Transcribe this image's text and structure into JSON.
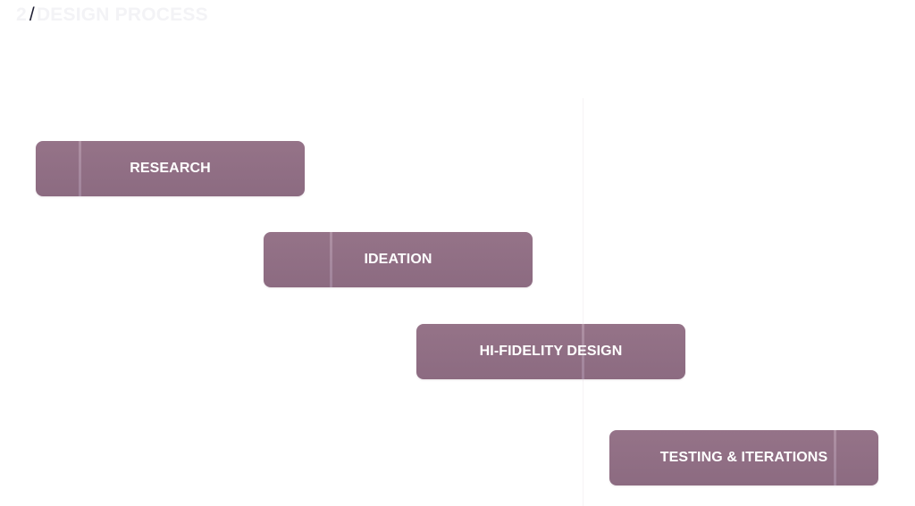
{
  "header": {
    "number": "2",
    "separator": "/",
    "title": "DESIGN PROCESS"
  },
  "steps": [
    {
      "label": "RESEARCH"
    },
    {
      "label": "IDEATION"
    },
    {
      "label": "HI-FIDELITY DESIGN"
    },
    {
      "label": "TESTING & ITERATIONS"
    }
  ],
  "colors": {
    "step_fill": "#8f6e84",
    "step_divider": "#ab8fa2",
    "label_text": "#ffffff",
    "header_slash": "#1f1f33",
    "header_faded": "#f3f3f6"
  }
}
